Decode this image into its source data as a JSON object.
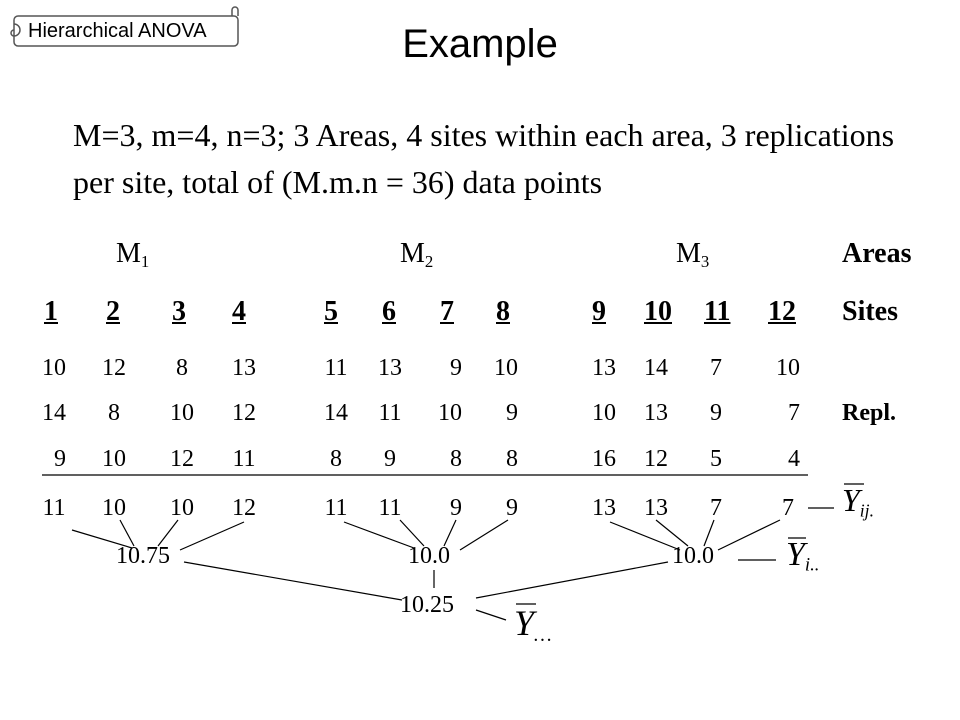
{
  "tag_label": "Hierarchical ANOVA",
  "title": "Example",
  "description": "M=3, m=4, n=3;  3 Areas, 4 sites within each area, 3 replications per site, total of (M.m.n = 36) data points",
  "areas": [
    {
      "letter": "M",
      "sub": "1"
    },
    {
      "letter": "M",
      "sub": "2"
    },
    {
      "letter": "M",
      "sub": "3"
    }
  ],
  "row_labels": {
    "areas": "Areas",
    "sites": "Sites",
    "repl": "Repl."
  },
  "sites": [
    "1",
    "2",
    "3",
    "4",
    "5",
    "6",
    "7",
    "8",
    "9",
    "10",
    "11",
    "12"
  ],
  "replications": [
    [
      "10",
      "12",
      "8",
      "13",
      "11",
      "13",
      "9",
      "10",
      "13",
      "14",
      "7",
      "10"
    ],
    [
      "14",
      "8",
      "10",
      "12",
      "14",
      "11",
      "10",
      "9",
      "10",
      "13",
      "9",
      "7"
    ],
    [
      "9",
      "10",
      "12",
      "11",
      "8",
      "9",
      "8",
      "8",
      "16",
      "12",
      "5",
      "4"
    ]
  ],
  "site_means": [
    "11",
    "10",
    "10",
    "12",
    "11",
    "11",
    "9",
    "9",
    "13",
    "13",
    "7",
    "7"
  ],
  "area_means": [
    "10.75",
    "10.0",
    "10.0"
  ],
  "grand_mean": "10.25",
  "symbols": {
    "Y": "Y",
    "site_mean_sub": "ij.",
    "area_mean_sub": "i..",
    "grand_mean_sub": "…"
  }
}
